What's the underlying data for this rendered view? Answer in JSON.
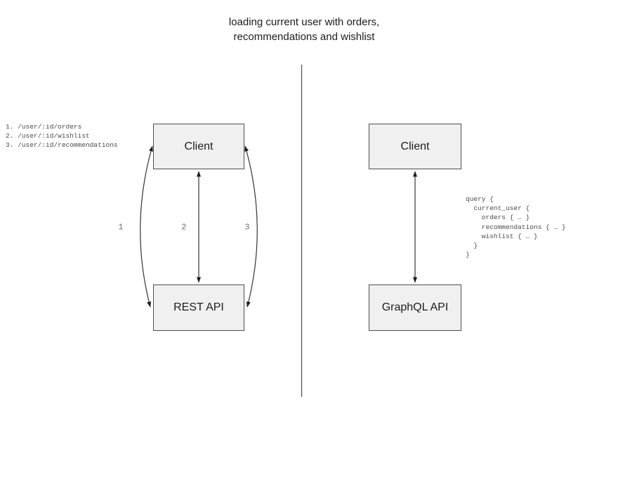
{
  "title": "loading current user with orders,\nrecommendations and wishlist",
  "left_panel": {
    "endpoints": "1. /user/:id/orders\n2. /user/:id/wishlist\n3. /user/:id/recommendations",
    "client_label": "Client",
    "api_label": "REST API",
    "arrow_labels": {
      "first": "1",
      "second": "2",
      "third": "3"
    }
  },
  "right_panel": {
    "client_label": "Client",
    "api_label": "GraphQL API",
    "query_code": "query {\n  current_user {\n    orders { … }\n    recommendations { … }\n    wishlist { … }\n  }\n}"
  },
  "colors": {
    "box_fill": "#f0f0f0",
    "box_border": "#4d4d4d",
    "arrow_stroke": "#333333",
    "divider_stroke": "#555555",
    "code_text": "#4a4a4a"
  }
}
